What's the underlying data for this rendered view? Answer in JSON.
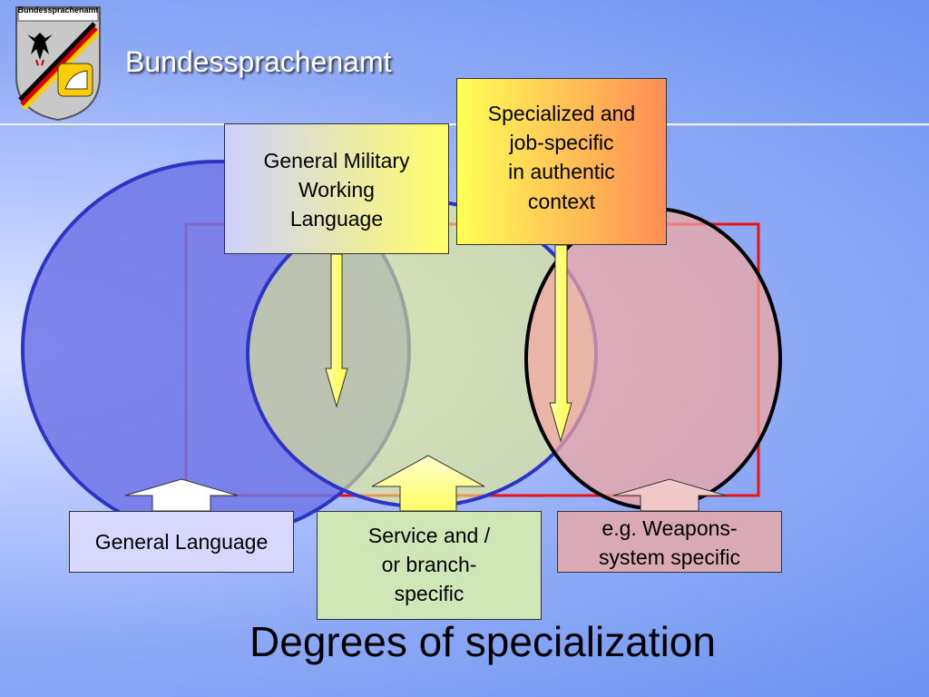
{
  "header": {
    "logo_caption": "Bundessprachenamt",
    "title": "Bundessprachenamt"
  },
  "boxes": {
    "general_military": "General Military\nWorking\nLanguage",
    "specialized": "Specialized and\njob-specific\nin authentic\ncontext",
    "general_language": "General Language",
    "service_branch": "Service and /\nor branch-\nspecific",
    "weapons_system": "e.g. Weapons-\nsystem specific"
  },
  "footer": {
    "title": "Degrees of specialization"
  },
  "colors": {
    "circle_left": "#6f74e6",
    "circle_middle": "#d4e0a6",
    "circle_right": "#f2a6a0",
    "rectangle_border": "#ee1111"
  }
}
